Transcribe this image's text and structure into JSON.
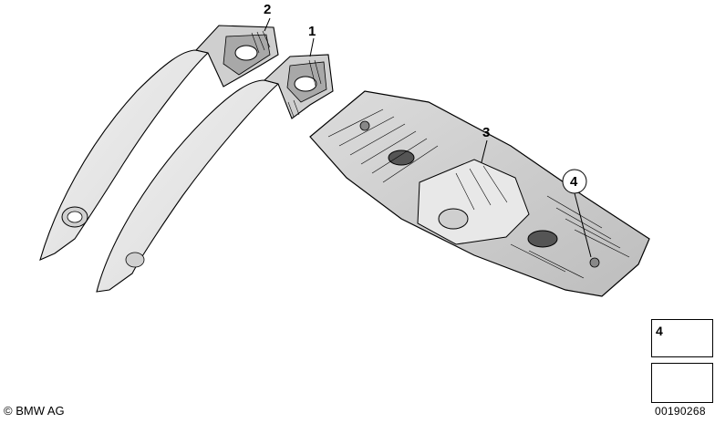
{
  "callouts": {
    "part1": "1",
    "part2": "2",
    "part3": "3",
    "part4": "4"
  },
  "legend": {
    "number": "4"
  },
  "footer": {
    "copyright": "© BMW AG",
    "doc_number": "00190268"
  },
  "colors": {
    "line": "#000000",
    "part_fill": "#e6e6e6",
    "part_shade": "#b5b5b5",
    "background": "#ffffff"
  }
}
